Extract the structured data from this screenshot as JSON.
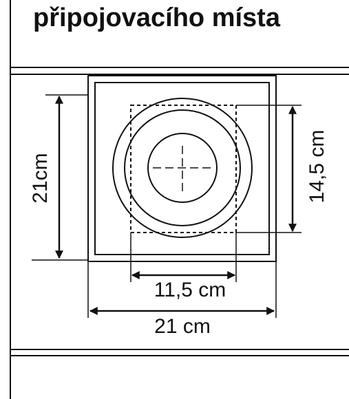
{
  "header": {
    "title": "připojovacího místa"
  },
  "dimensions": {
    "outer_height": "21cm",
    "outer_width": "21 cm",
    "inner_width": "11,5 cm",
    "inner_height": "14,5 cm"
  },
  "colors": {
    "ink": "#111111",
    "background": "#ffffff"
  }
}
